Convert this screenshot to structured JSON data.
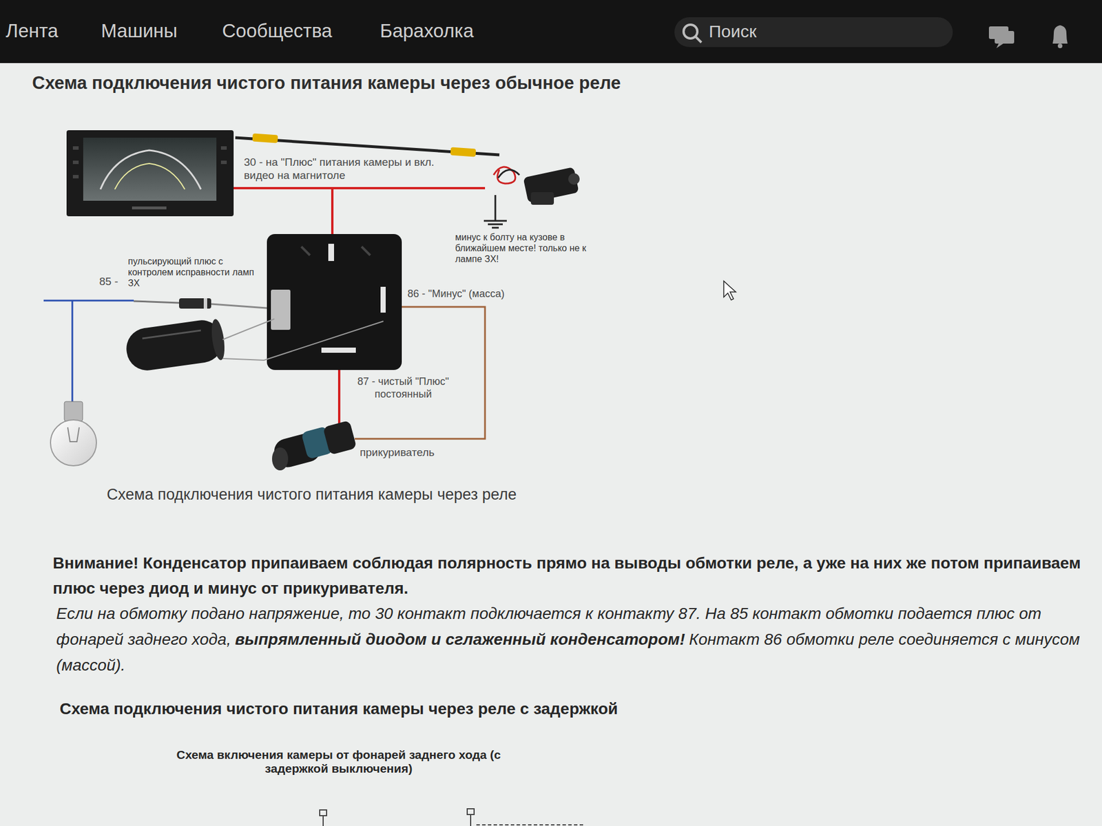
{
  "diagram": {
    "title": "Схема подключения чистого питания камеры через обычное реле",
    "caption": "Схема подключения чистого питания камеры через реле",
    "labels": [
      "Лента",
      "Машины",
      "Сообщества",
      "Барахолка",
      "Поиск",
      "30 - на \"Плюс\" питания камеры и вкл. видео на магнитоле",
      "минус к болту на кузове в ближайшем месте! только не к лампе ЗХ!",
      "пульсирующий плюс с контролем исправности ламп ЗХ",
      "85 -",
      "86 - \"Минус\" (масса)",
      "87 - чистый \"Плюс\" постоянный",
      "прикуриватель",
      "Внимание! Конденсатор припаиваем соблюдая полярность прямо на выводы обмотки реле, а уже на них же потом припаиваем плюс через диод и минус от прикуривателя.",
      "Если на обмотку подано напряжение, то 30 контакт подключается к контакту 87. На 85 контакт обмотки подается плюс от фонарей заднего хода,",
      "выпрямленный диодом и сглаженный конденсатором!",
      "Контакт 86 обмотки реле соединяется с минусом (массой).",
      "Схема подключения чистого питания камеры через реле с задержкой",
      "Схема включения камеры от фонарей заднего хода (с задержкой выключения)"
    ]
  }
}
